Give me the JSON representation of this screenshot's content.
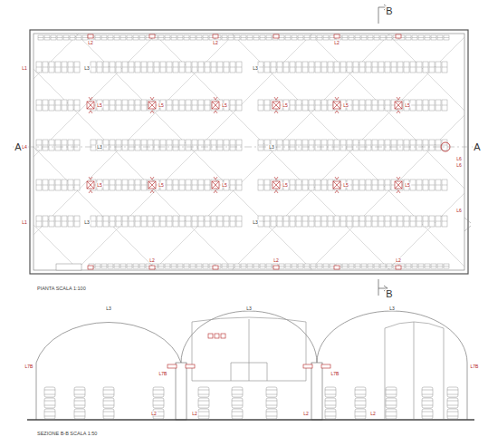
{
  "diagram": {
    "labels": [
      "B",
      "B",
      "A",
      "A",
      "PIANTA SCALA 1:100",
      "SEZIONE B-B SCALA 1:50",
      "L1",
      "L4",
      "L1",
      "L6",
      "L6",
      "L6",
      "L3",
      "L3",
      "L3",
      "L3",
      "L3",
      "L3",
      "L2",
      "L2",
      "L2",
      "L2",
      "L2",
      "L2",
      "L5",
      "L5",
      "L5",
      "L5",
      "L5",
      "L5",
      "L5",
      "L5",
      "L5",
      "L5",
      "L5",
      "L5",
      "L3",
      "L3",
      "L3",
      "L7B",
      "L7B",
      "L7B",
      "L7B",
      "L2",
      "L2",
      "L2",
      "L2"
    ]
  }
}
